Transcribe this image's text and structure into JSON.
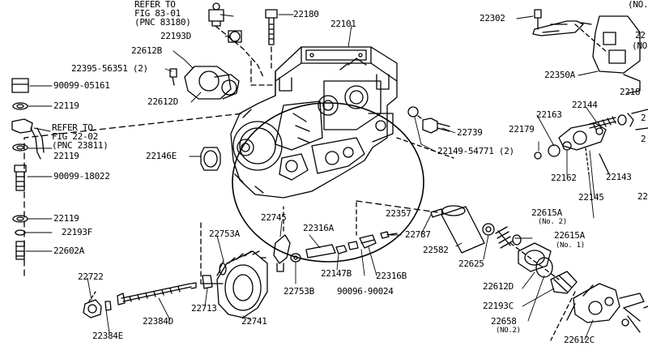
{
  "labels": {
    "refer_fig83_line1": "REFER TO",
    "refer_fig83_line2": "FIG 83-01",
    "refer_fig83_line3": "(PNC 83180)",
    "p22180": "22180",
    "p22101": "22101",
    "p22193D": "22193D",
    "p22612B": "22612B",
    "p22395": "22395-56351 (2)",
    "p90099_05161": "90099-05161",
    "p22612D_top": "22612D",
    "p22119_a": "22119",
    "refer_fig22_line1": "REFER TO",
    "refer_fig22_line2": "FIG 22-02",
    "refer_fig22_line3": "(PNC 23811)",
    "p22119_b": "22119",
    "p22146E": "22146E",
    "p90099_18022": "90099-18022",
    "p22119_c": "22119",
    "p22193F": "22193F",
    "p22602A": "22602A",
    "p22302": "22302",
    "no_top_right": "(NO.",
    "p22_right1": "22",
    "no_right2": "(NO",
    "p22350A": "22350A",
    "p2218": "2218",
    "p22739": "22739",
    "p22149": "22149-54771 (2)",
    "p22179": "22179",
    "p22163": "22163",
    "p22144": "22144",
    "p2_right": "2",
    "p2_right2": "2",
    "p22162": "22162",
    "p22143": "22143",
    "p22145": "22145",
    "p22_right3": "22",
    "p22357": "22357",
    "p22745": "22745",
    "p22316A": "22316A",
    "p22753A": "22753A",
    "p22787": "22787",
    "p22582": "22582",
    "p22615A_no2": "22615A",
    "no2_a": "(No. 2)",
    "p22615A_no1": "22615A",
    "no1": "(No. 1)",
    "p22625": "22625",
    "p22147B": "22147B",
    "p22316B": "22316B",
    "p22753B": "22753B",
    "p90096": "90096-90024",
    "p22612D_bot": "22612D",
    "p22193C": "22193C",
    "p22722": "22722",
    "p22713": "22713",
    "p22741": "22741",
    "p22384D": "22384D",
    "p22384E": "22384E",
    "p22658": "22658",
    "no2_b": "(NO.2)",
    "p22612C": "22612C"
  }
}
